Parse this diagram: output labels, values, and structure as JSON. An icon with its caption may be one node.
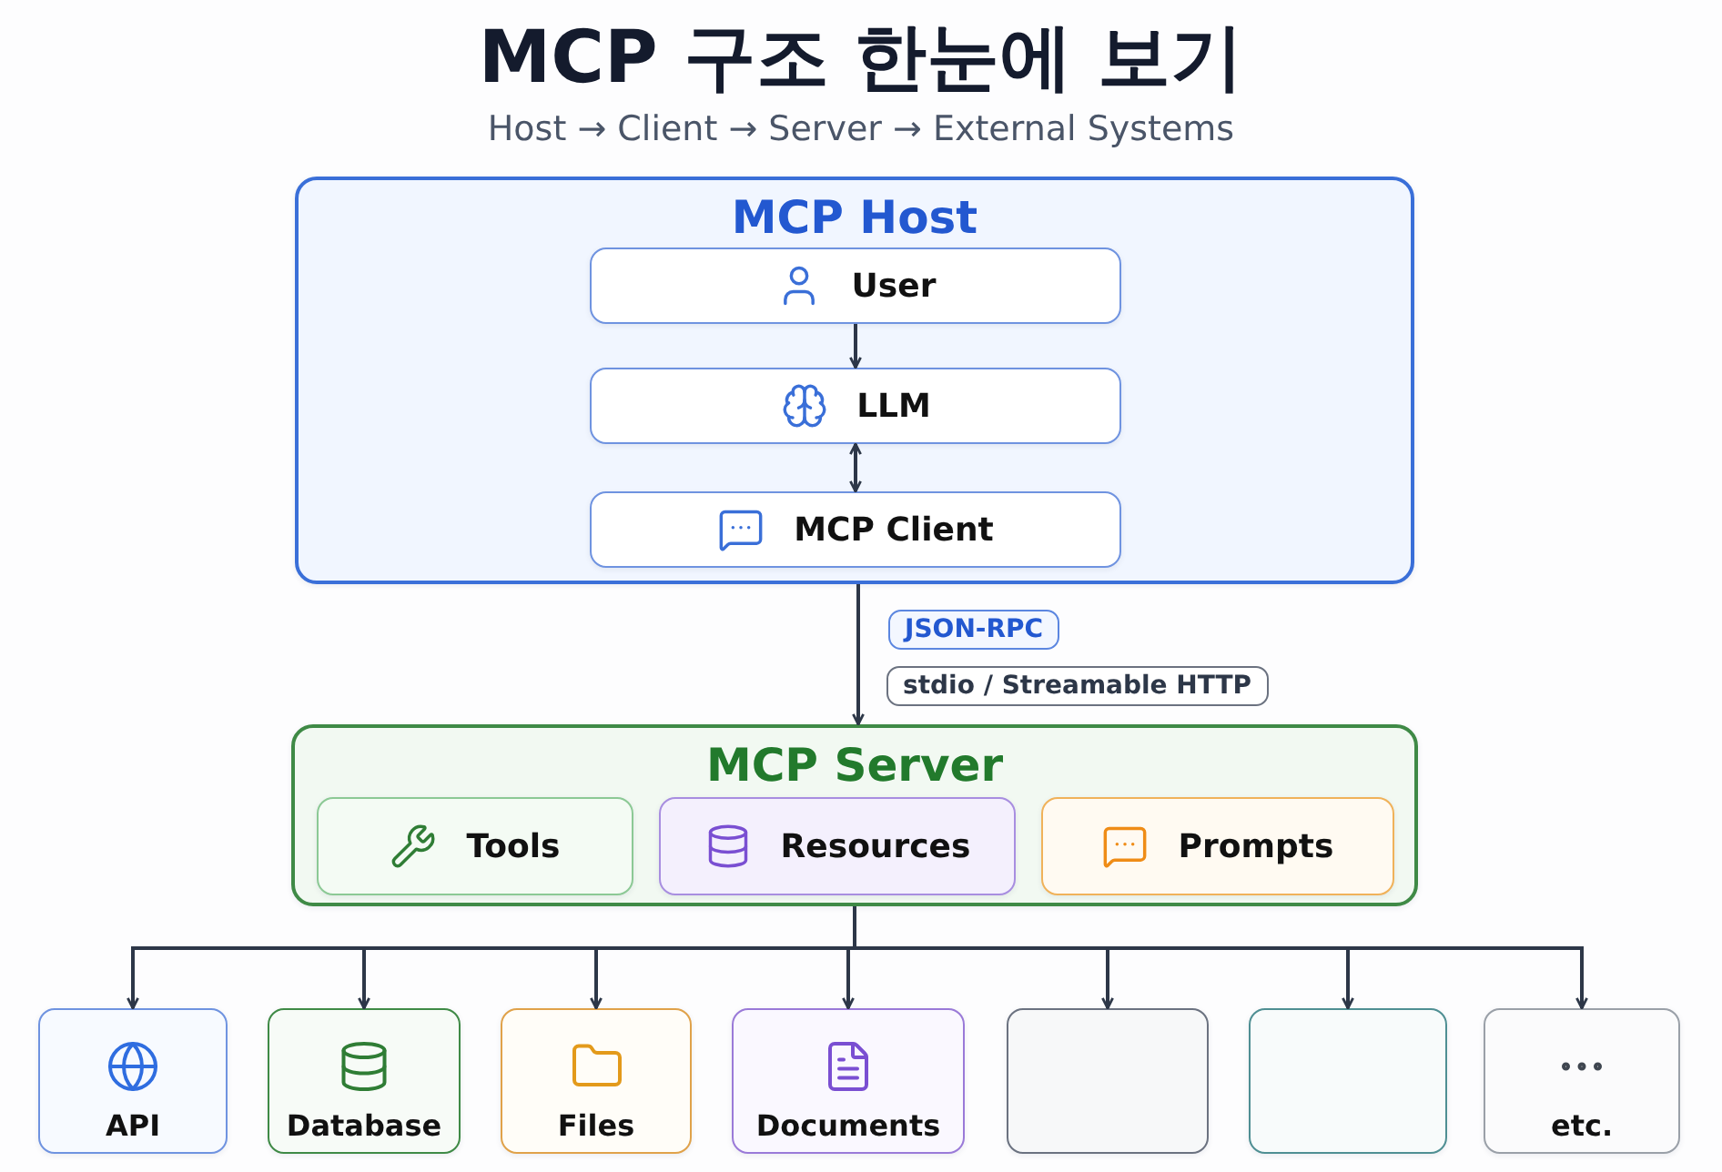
{
  "diagram": {
    "title": "MCP 구조 한눈에 보기",
    "nodes": [
      {
        "text": [
          "MCP Host"
        ]
      },
      {
        "text": [
          "User"
        ],
        "in": 0
      },
      {
        "text": [
          "LLM"
        ],
        "in": 0
      },
      {
        "text": [
          "MCP Client"
        ],
        "in": 0
      },
      {
        "text": [
          "MCP Server"
        ]
      },
      {
        "text": [
          "Tools"
        ],
        "in": 4
      },
      {
        "text": [
          "Resources"
        ],
        "in": 4
      },
      {
        "text": [
          "Prompts"
        ],
        "in": 4
      },
      {
        "text": [
          "API"
        ]
      },
      {
        "text": [
          "Database"
        ]
      },
      {
        "text": [
          "Files"
        ]
      },
      {
        "text": [
          "Documents"
        ]
      },
      {
        "text": [],
        "shape": "box"
      },
      {
        "text": [],
        "shape": "box"
      },
      {
        "text": [
          "etc."
        ]
      }
    ],
    "edges": [
      {
        "from": 1,
        "to": 2,
        "arrow": "to"
      },
      {
        "from": 2,
        "to": 3,
        "arrow": "both"
      },
      {
        "from": 0,
        "to": 4,
        "arrow": "to",
        "label": "JSON-RPC"
      },
      {
        "from": 4,
        "to": 8,
        "arrow": "to"
      },
      {
        "from": 4,
        "to": 9,
        "arrow": "to"
      },
      {
        "from": 4,
        "to": 10,
        "arrow": "to"
      },
      {
        "from": 4,
        "to": 11,
        "arrow": "to"
      },
      {
        "from": 4,
        "to": 12,
        "arrow": "to"
      },
      {
        "from": 4,
        "to": 13,
        "arrow": "to"
      },
      {
        "from": 4,
        "to": 14,
        "arrow": "to"
      }
    ],
    "labels": [
      "Host → Client → Server → External Systems",
      "stdio / Streamable HTTP"
    ]
  }
}
